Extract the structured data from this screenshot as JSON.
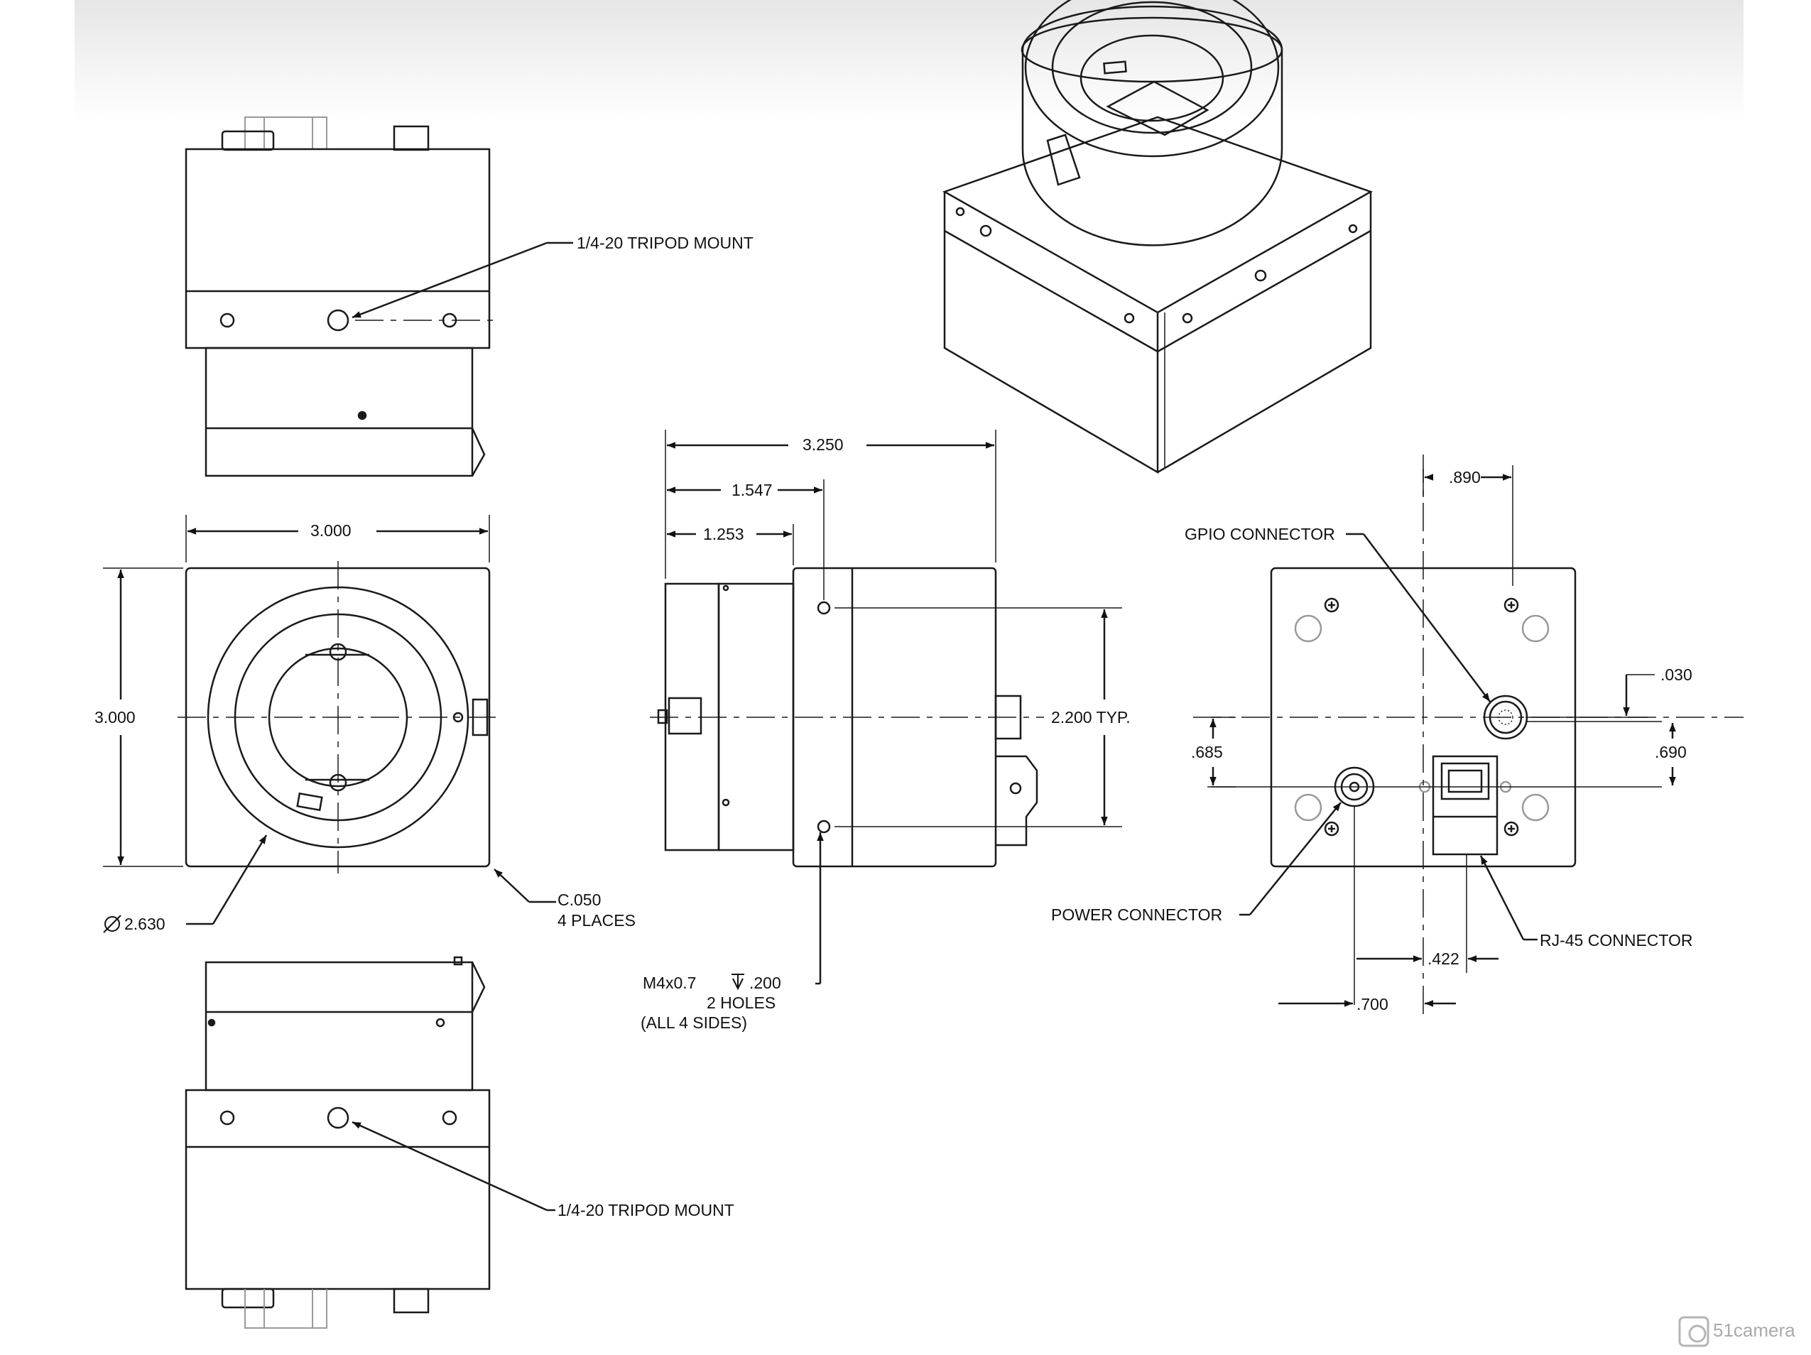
{
  "labels": {
    "tripod_top": "1/4-20 TRIPOD MOUNT",
    "tripod_bottom": "1/4-20 TRIPOD MOUNT",
    "width_3000": "3.000",
    "height_3000": "3.000",
    "diameter": "2.630",
    "chamfer": "C.050",
    "chamfer_places": "4 PLACES",
    "len_3250": "3.250",
    "len_1547": "1.547",
    "len_1253": "1.253",
    "typ_2200": "2.200 TYP.",
    "thread_spec": "M4x0.7",
    "thread_depth": ".200",
    "thread_holes": "2 HOLES",
    "thread_sides": "(ALL 4 SIDES)",
    "gpio": "GPIO CONNECTOR",
    "power": "POWER CONNECTOR",
    "rj45": "RJ-45 CONNECTOR",
    "dim_890": ".890",
    "dim_030": ".030",
    "dim_685": ".685",
    "dim_690": ".690",
    "dim_422": ".422",
    "dim_700": ".700"
  },
  "watermark": {
    "brand": "51camera"
  },
  "icons": {
    "diameter": "diameter-symbol-icon",
    "depth": "depth-symbol-icon",
    "watermark": "camera-logo-icon"
  },
  "colors": {
    "line": "#1a1a1a",
    "header_gradient_top": "#e9e9e9",
    "text": "#111111"
  }
}
